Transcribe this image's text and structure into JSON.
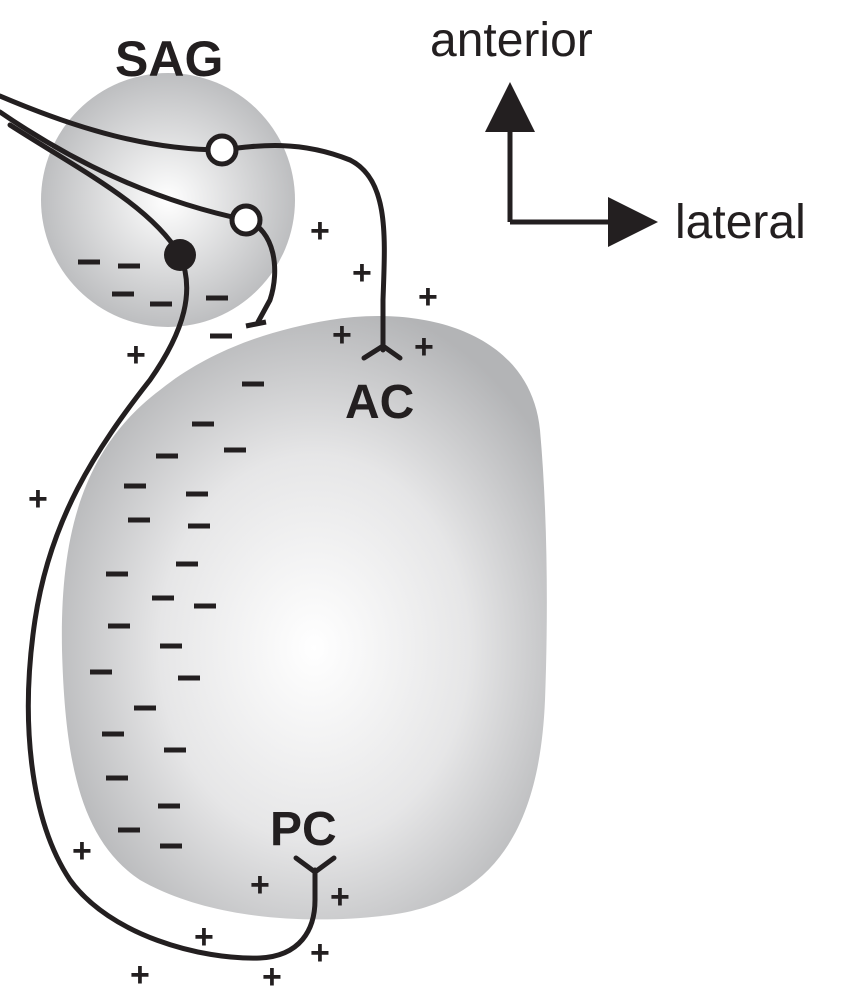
{
  "labels": {
    "ganglion": "SAG",
    "anterior_cilia": "AC",
    "posterior_cilia": "PC",
    "axis_anterior": "anterior",
    "axis_lateral": "lateral"
  },
  "signs": {
    "plus": "+"
  },
  "colors": {
    "ink": "#231f20",
    "organ_fill_center": "#ffffff",
    "organ_fill_edge": "#b8b9bb"
  }
}
